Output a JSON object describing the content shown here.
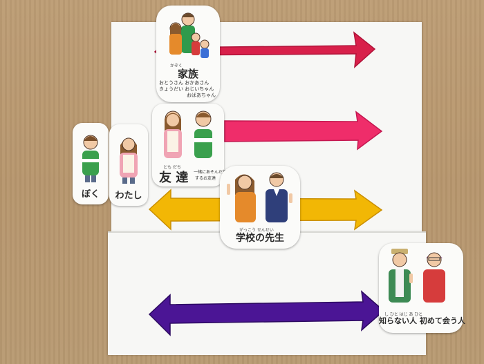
{
  "cards": {
    "family": {
      "label": "家族",
      "ruby": "かぞく",
      "note_lines": [
        "おとうさん おかあさん",
        "きょうだい おじいちゃん",
        "おばあちゃん"
      ]
    },
    "friends": {
      "label": "友 達",
      "ruby": "とも だち",
      "note_lines": [
        "一緒にあそんだり",
        "するお友達"
      ]
    },
    "teacher": {
      "label": "学校の先生",
      "ruby": "がっこう  せんせい"
    },
    "strangers": {
      "label": "知らない人 初めて会う人",
      "ruby": "し      ひと はじ    あ  ひと"
    },
    "boy": {
      "label": "ぼく"
    },
    "girl": {
      "label": "わたし"
    }
  },
  "colors": {
    "arrow_family": "#d8204a",
    "arrow_friends": "#ef2d6a",
    "arrow_teacher": "#f2b705",
    "arrow_strangers": "#4b1595",
    "poster": "#f7f7f5",
    "wood": "#b9986f"
  }
}
